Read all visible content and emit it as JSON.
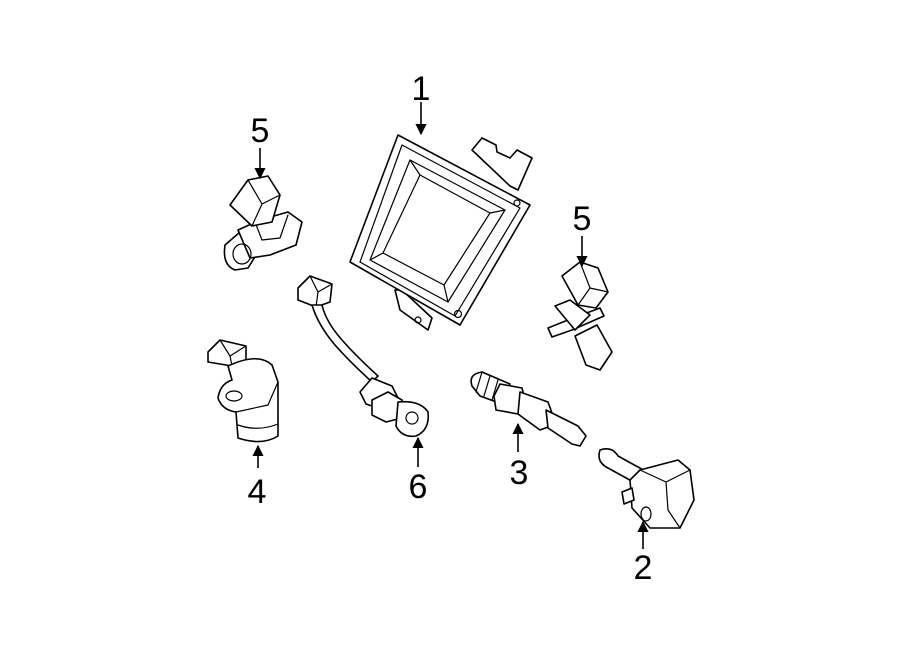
{
  "callouts": [
    {
      "id": "1",
      "label": "1"
    },
    {
      "id": "2",
      "label": "2"
    },
    {
      "id": "3",
      "label": "3"
    },
    {
      "id": "4",
      "label": "4"
    },
    {
      "id": "5a",
      "label": "5"
    },
    {
      "id": "5b",
      "label": "5"
    },
    {
      "id": "6",
      "label": "6"
    }
  ],
  "colors": {
    "line": "#000000",
    "background": "#ffffff"
  }
}
